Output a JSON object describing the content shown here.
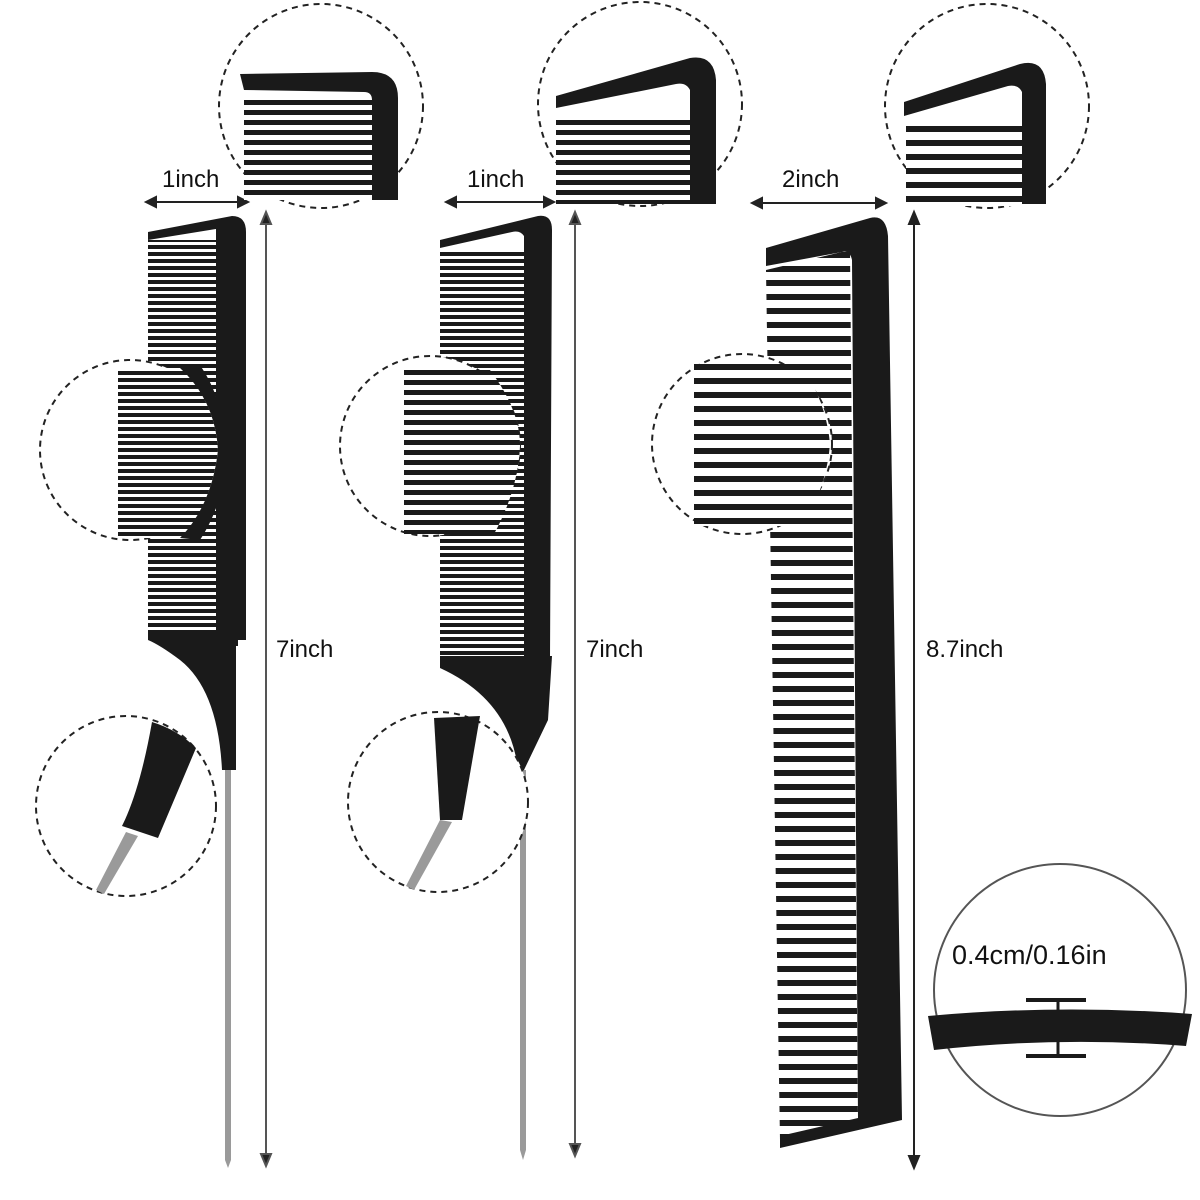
{
  "combs": [
    {
      "name": "rat-tail-comb-1",
      "width_label": "1inch",
      "length_label": "7inch"
    },
    {
      "name": "rat-tail-comb-2",
      "width_label": "1inch",
      "length_label": "7inch"
    },
    {
      "name": "cutting-comb",
      "width_label": "2inch",
      "length_label": "8.7inch"
    }
  ],
  "thickness_callout": {
    "label": "0.4cm/0.16in"
  },
  "colors": {
    "comb": "#1a1a1a",
    "background": "#ffffff",
    "pin": "#9a9a9a"
  }
}
